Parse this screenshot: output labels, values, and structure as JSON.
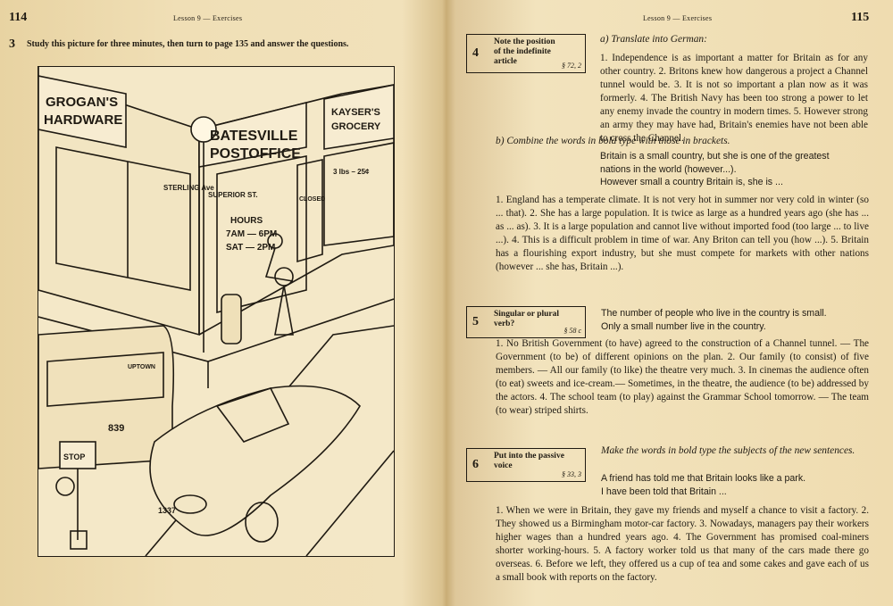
{
  "left_page": {
    "page_number": "114",
    "running_head": "Lesson 9 — Exercises",
    "exercise_number": "3",
    "instruction": "Study this picture for three minutes, then turn to page 135 and answer the questions.",
    "illustration": {
      "signs": {
        "grogans": [
          "GROGAN'S",
          "HARDWARE"
        ],
        "post_office": [
          "BATESVILLE",
          "POSTOFFICE"
        ],
        "kaysers": [
          "KAYSER'S",
          "GROCERY"
        ],
        "street_sterling": "STERLING Ave",
        "street_superior": "SUPERIOR ST.",
        "closed": "CLOSED",
        "price": "3 lbs – 25¢",
        "hours": [
          "HOURS",
          "7AM — 6PM",
          "SAT — 2PM"
        ],
        "bus_route": "UPTOWN",
        "bus_number": "839",
        "stop": "STOP",
        "plate": "1337"
      }
    }
  },
  "right_page": {
    "page_number": "115",
    "running_head": "Lesson 9 — Exercises",
    "ex4": {
      "number": "4",
      "box_title": [
        "Note the position",
        "of the indefinite",
        "article"
      ],
      "ref": "§ 72, 2",
      "a_heading": "a) Translate into German:",
      "a_text": "1. Independence is as important a matter for Britain as for any other country. 2. Britons knew how dangerous a project a Channel tunnel would be. 3. It is not so important a plan now as it was formerly. 4. The British Navy has been too strong a power to let any enemy invade the country in modern times. 5. However strong an army they may have had, Britain's enemies have not been able to cross the Channel.",
      "b_heading": "b) Combine the words in bold type with those in brackets.",
      "b_example": [
        "Britain is a small country, but she is one of the greatest",
        "nations in the world (however...).",
        "However small a country Britain is, she is ..."
      ],
      "b_text": "1. England has a temperate climate. It is not very hot in summer nor very cold in winter (so ... that). 2. She has a large population. It is twice as large as a hundred years ago (she has ... as ... as). 3. It is a large population and cannot live without imported food (too large ... to live ...). 4. This is a difficult problem in time of war. Any Briton can tell you (how ...). 5. Britain has a flourishing export industry, but she must compete for markets with other nations (however ... she has, Britain ...)."
    },
    "ex5": {
      "number": "5",
      "box_title": [
        "Singular or plural",
        "verb?"
      ],
      "ref": "§ 58 c",
      "example": [
        "The number of people who live in the country is small.",
        "Only a small number live in the country."
      ],
      "text": "1. No British Government (to have) agreed to the construction of a Channel tunnel. — The Government (to be) of different opinions on the plan. 2. Our family (to consist) of five members. — All our family (to like) the theatre very much. 3. In cinemas the audience often (to eat) sweets and ice-cream.— Sometimes, in the theatre, the audience (to be) addressed by the actors. 4. The school team (to play) against the Grammar School tomorrow. — The team (to wear) striped shirts."
    },
    "ex6": {
      "number": "6",
      "box_title": [
        "Put into the passive",
        "voice"
      ],
      "ref": "§ 33, 3",
      "heading": "Make the words in bold type the subjects of the new sentences.",
      "example": [
        "A friend has told me that Britain looks like a park.",
        "I have been told that Britain ..."
      ],
      "text": "1. When we were in Britain, they gave my friends and myself a chance to visit a factory. 2. They showed us a Birmingham motor-car factory. 3. Nowadays, managers pay their workers higher wages than a hundred years ago. 4. The Government has promised coal-miners shorter working-hours. 5. A factory worker told us that many of the cars made there go overseas. 6. Before we left, they offered us a cup of tea and some cakes and gave each of us a small book with reports on the factory."
    }
  }
}
